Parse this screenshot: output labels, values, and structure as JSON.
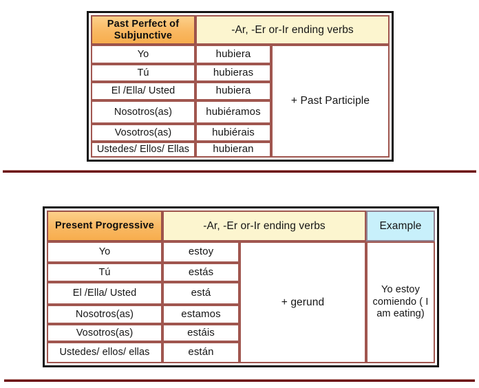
{
  "tables": [
    {
      "id": "past-perfect-subjunctive",
      "header": {
        "tense_label": "Past Perfect of Subjunctive",
        "verbs_label": "-Ar, -Er or-Ir ending verbs"
      },
      "note": "+ Past Participle",
      "rows": [
        {
          "pronoun": "Yo",
          "form": "hubiera"
        },
        {
          "pronoun": "Tú",
          "form": "hubieras"
        },
        {
          "pronoun": "El /Ella/ Usted",
          "form": "hubiera"
        },
        {
          "pronoun": "Nosotros(as)",
          "form": "hubiéramos"
        },
        {
          "pronoun": "Vosotros(as)",
          "form": "hubiérais"
        },
        {
          "pronoun": "Ustedes/ Ellos/ Ellas",
          "form": "hubieran"
        }
      ]
    },
    {
      "id": "present-progressive",
      "header": {
        "tense_label": "Present Progressive",
        "verbs_label": "-Ar, -Er or-Ir ending verbs",
        "example_label": "Example"
      },
      "note": "+ gerund",
      "example": "Yo estoy comiendo ( I am eating)",
      "rows": [
        {
          "pronoun": "Yo",
          "form": "estoy"
        },
        {
          "pronoun": "Tú",
          "form": "estás"
        },
        {
          "pronoun": "El /Ella/ Usted",
          "form": "está"
        },
        {
          "pronoun": "Nosotros(as)",
          "form": "estamos"
        },
        {
          "pronoun": "Vosotros(as)",
          "form": "estáis"
        },
        {
          "pronoun": "Ustedes/ ellos/ ellas",
          "form": "están"
        }
      ]
    }
  ],
  "colors": {
    "header_orange": "#f9b862",
    "header_yellow": "#fcf5cf",
    "header_blue": "#c8f0fb",
    "cell_border": "#a0564f",
    "table_border": "#141414",
    "divider": "#6b0f13"
  }
}
